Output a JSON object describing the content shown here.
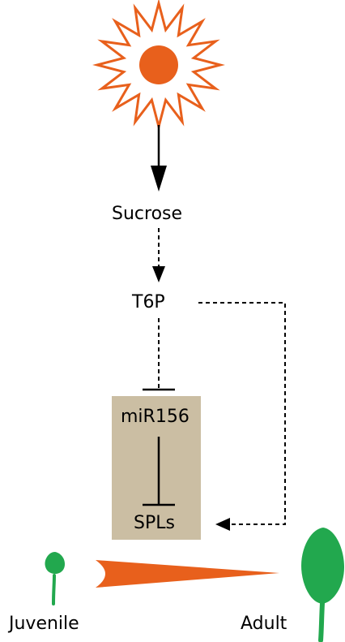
{
  "diagram": {
    "nodes": {
      "sun": {
        "icon": "sun-icon"
      },
      "sucrose": {
        "label": "Sucrose"
      },
      "t6p": {
        "label": "T6P"
      },
      "mir156": {
        "label": "miR156"
      },
      "spls": {
        "label": "SPLs"
      },
      "juvenile": {
        "label": "Juvenile",
        "icon": "juvenile-plant-icon"
      },
      "adult": {
        "label": "Adult",
        "icon": "adult-plant-icon"
      }
    },
    "edges": [
      {
        "from": "sun",
        "to": "sucrose",
        "style": "solid",
        "head": "arrow"
      },
      {
        "from": "sucrose",
        "to": "t6p",
        "style": "dashed",
        "head": "arrow"
      },
      {
        "from": "t6p",
        "to": "mir156",
        "style": "dashed",
        "head": "inhibition"
      },
      {
        "from": "mir156",
        "to": "spls",
        "style": "solid",
        "head": "inhibition"
      },
      {
        "from": "t6p",
        "to": "spls",
        "style": "dashed",
        "head": "arrow"
      }
    ],
    "progression": {
      "from": "juvenile",
      "to": "adult",
      "icon": "developmental-wedge-icon"
    },
    "colors": {
      "sun": "#E8601C",
      "wedge": "#E8601C",
      "plant": "#22A84E",
      "box": "#CBBEA3",
      "line": "#000000"
    }
  }
}
